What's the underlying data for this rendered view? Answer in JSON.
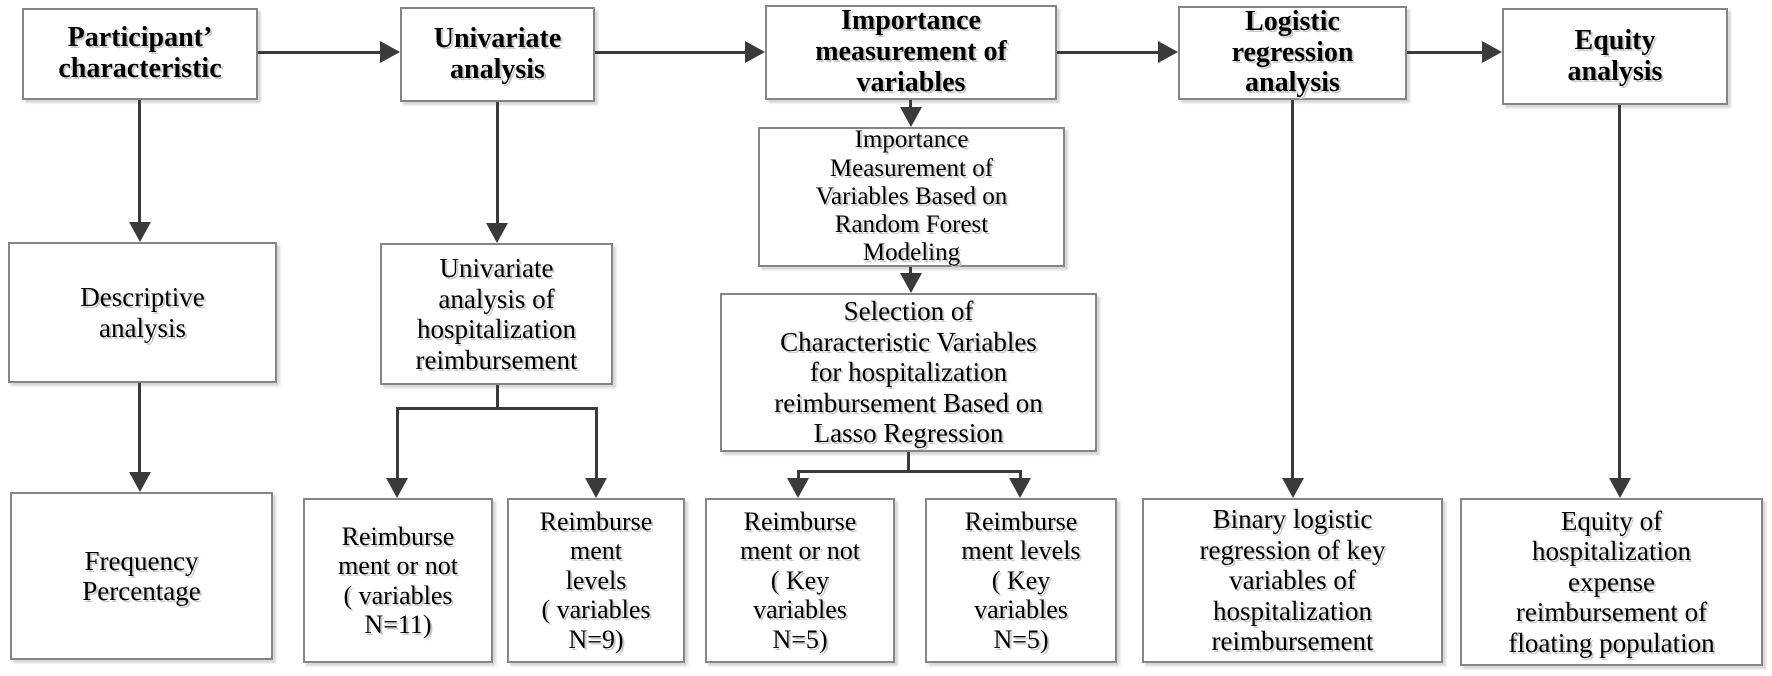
{
  "nodes": {
    "participant": {
      "label": "Participant’\ncharacteristic"
    },
    "univariate": {
      "label": "Univariate\nanalysis"
    },
    "importance": {
      "label": "Importance\nmeasurement of\nvariables"
    },
    "logistic": {
      "label": "Logistic\nregression\nanalysis"
    },
    "equity": {
      "label": "Equity\nanalysis"
    },
    "descriptive": {
      "label": "Descriptive\nanalysis"
    },
    "univariate_hosp": {
      "label": "Univariate\nanalysis of\nhospitalization\nreimbursement"
    },
    "random_forest": {
      "label": "Importance\nMeasurement of\nVariables Based on\nRandom Forest\nModeling"
    },
    "lasso": {
      "label": "Selection of\nCharacteristic Variables\nfor hospitalization\nreimbursement Based on\nLasso Regression"
    },
    "frequency": {
      "label": "Frequency\nPercentage"
    },
    "reimb_or_not_11": {
      "label": "Reimburse\nment or not\n( variables\nN=11)"
    },
    "reimb_levels_9": {
      "label": "Reimburse\nment\nlevels\n( variables\nN=9)"
    },
    "reimb_or_not_5": {
      "label": "Reimburse\nment or not\n( Key\nvariables\nN=5)"
    },
    "reimb_levels_5": {
      "label": "Reimburse\nment levels\n( Key\nvariables\nN=5)"
    },
    "binary_logistic": {
      "label": "Binary logistic\nregression of key\nvariables of\nhospitalization\nreimbursement"
    },
    "equity_hosp": {
      "label": "Equity of\nhospitalization\nexpense\nreimbursement of\nfloating population"
    }
  },
  "edges": [
    "participant -> univariate",
    "univariate -> importance",
    "importance -> logistic",
    "logistic -> equity",
    "participant -> descriptive",
    "descriptive -> frequency",
    "univariate -> univariate_hosp",
    "univariate_hosp -> reimb_or_not_11",
    "univariate_hosp -> reimb_levels_9",
    "importance -> random_forest",
    "random_forest -> lasso",
    "lasso -> reimb_or_not_5",
    "lasso -> reimb_levels_5",
    "logistic -> binary_logistic",
    "equity -> equity_hosp"
  ],
  "colors": {
    "line": "#3a3a3a",
    "box_border": "#858585",
    "text": "#000000",
    "background": "#ffffff"
  }
}
